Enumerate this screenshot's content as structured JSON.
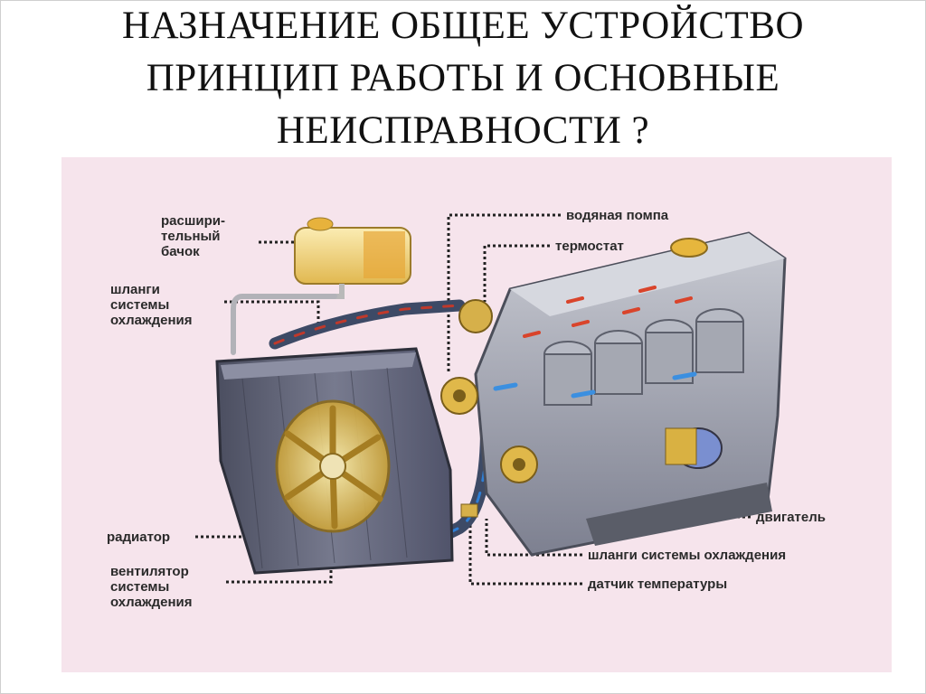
{
  "title": {
    "line1": "НАЗНАЧЕНИЕ  ОБЩЕЕ  УСТРОЙСТВО",
    "line2": "ПРИНЦИП РАБОТЫ И ОСНОВНЫЕ",
    "line3": "НЕИСПРАВНОСТИ ?"
  },
  "labels": {
    "expansion_tank": [
      "расшири-",
      "тельный",
      "бачок"
    ],
    "hoses_left": [
      "шланги",
      "системы",
      "охлаждения"
    ],
    "radiator": "радиатор",
    "fan": [
      "вентилятор",
      "системы",
      "охлаждения"
    ],
    "water_pump": "водяная помпа",
    "thermostat": "термостат",
    "engine": "двигатель",
    "hoses_bottom": "шланги системы охлаждения",
    "temp_sensor": "датчик температуры"
  },
  "colors": {
    "background": "#f6e4ec",
    "leader": "#222222",
    "radiator": "#5c5f72",
    "engine": "#a7aab4",
    "hose": "#3d4a66",
    "tank": "#f1d27a",
    "flow_arrow": "#d9442b"
  }
}
